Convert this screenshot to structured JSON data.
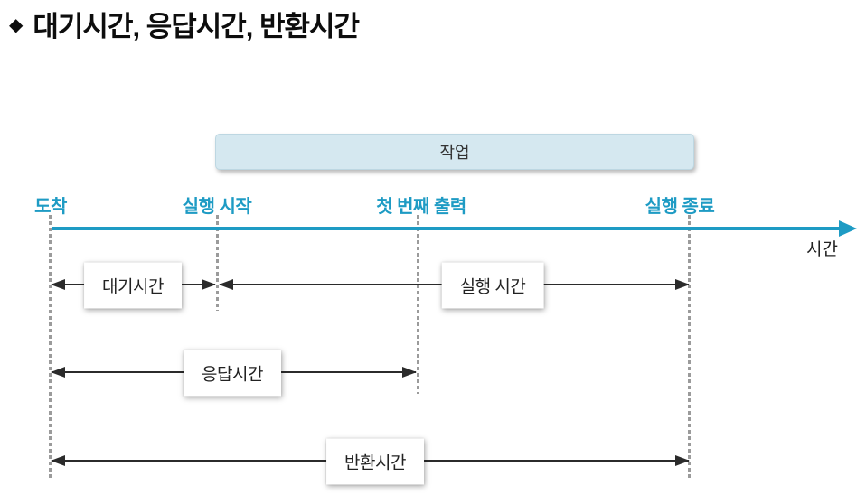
{
  "title": {
    "bullet": "◆",
    "text": "대기시간, 응답시간, 반환시간"
  },
  "job": {
    "label": "작업",
    "fill_color": "#d5e8f0",
    "border_color": "#bdd7e2"
  },
  "timeline": {
    "axis_label": "시간",
    "axis_color": "#1e9bc4",
    "markers": [
      {
        "id": "arrival",
        "label": "도착"
      },
      {
        "id": "exec-start",
        "label": "실행 시작"
      },
      {
        "id": "first-output",
        "label": "첫 번째 출력"
      },
      {
        "id": "exec-end",
        "label": "실행 종료"
      }
    ]
  },
  "intervals": [
    {
      "id": "waiting",
      "label": "대기시간",
      "from": "도착",
      "to": "실행 시작"
    },
    {
      "id": "execution",
      "label": "실행 시간",
      "from": "실행 시작",
      "to": "실행 종료"
    },
    {
      "id": "response",
      "label": "응답시간",
      "from": "도착",
      "to": "첫 번째 출력"
    },
    {
      "id": "turnaround",
      "label": "반환시간",
      "from": "도착",
      "to": "실행 종료"
    }
  ],
  "colors": {
    "accent_teal": "#1e9bc4",
    "arrow_dark": "#2b2b2b",
    "guide_gray": "#9b9b9b",
    "text_black": "#0d0d0d"
  }
}
